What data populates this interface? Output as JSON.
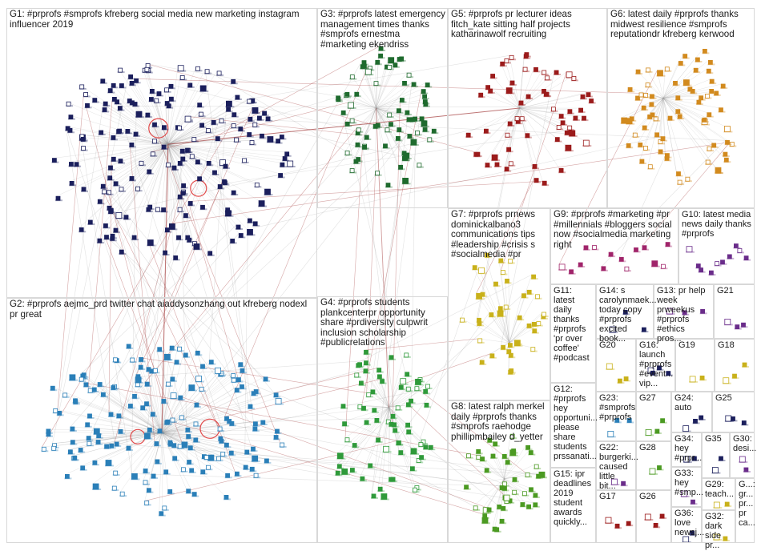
{
  "graph": {
    "title": "",
    "groups": [
      {
        "id": "G1",
        "label": "G1: #prprofs #smprofs kfreberg social media new marketing instagram influencer 2019",
        "color": "#1b1f5c",
        "nodes": 190
      },
      {
        "id": "G2",
        "label": "G2: #prprofs aejmc_prd twitter chat aiaddysonzhang out kfreberg nodexl pr great",
        "color": "#2a7fb8",
        "nodes": 170
      },
      {
        "id": "G3",
        "label": "G3: #prprofs latest emergency management times thanks #smprofs ernestma #marketing ekendriss",
        "color": "#1f6b2e",
        "nodes": 75
      },
      {
        "id": "G4",
        "label": "G4: #prprofs students plankcenterpr opportunity share #prdiversity culpwrit inclusion scholarship #publicrelations",
        "color": "#2f9a3a",
        "nodes": 70
      },
      {
        "id": "G5",
        "label": "G5: #prprofs pr lecturer ideas fitch_kate sitting half projects katharinawolf recruiting",
        "color": "#9b1b1b",
        "nodes": 60
      },
      {
        "id": "G6",
        "label": "G6: latest daily #prprofs thanks midwest resilience #smprofs reputationdr kfreberg kerwood",
        "color": "#d28a1e",
        "nodes": 70
      },
      {
        "id": "G7",
        "label": "G7: #prprofs prnews dominickalbano3 communications tips #leadership #crisis s #socialmedia #pr",
        "color": "#c9b11a",
        "nodes": 40
      },
      {
        "id": "G8",
        "label": "G8: latest ralph merkel daily #prprofs thanks #smprofs raehodge phillipmbailey d_yetter",
        "color": "#4b9a22",
        "nodes": 45
      },
      {
        "id": "G9",
        "label": "G9: #prprofs #marketing #pr #millennials #bloggers social now #socialmedia marketing right",
        "color": "#a0246a",
        "nodes": 14
      },
      {
        "id": "G10",
        "label": "G10: latest media news daily thanks #prprofs",
        "color": "#6a2c8a",
        "nodes": 10
      },
      {
        "id": "G11",
        "label": "G11: latest daily thanks #prprofs 'pr over coffee' #podcast",
        "color": "#1b1f5c",
        "nodes": 0
      },
      {
        "id": "G12",
        "label": "G12: #prprofs hey opportuni... please share students prssanati...",
        "color": "#1b1f5c",
        "nodes": 0
      },
      {
        "id": "G13",
        "label": "G13: pr help week prweekus #prprofs #ethics pros...",
        "color": "#6a2c8a",
        "nodes": 3
      },
      {
        "id": "G14",
        "label": "G14: s carolynmaek... today copy #prprofs excited book...",
        "color": "#1b1f5c",
        "nodes": 3
      },
      {
        "id": "G15",
        "label": "G15: ipr deadlines 2019 student awards quickly...",
        "color": "#1b1f5c",
        "nodes": 0
      },
      {
        "id": "G16",
        "label": "G16: launch #prprofs #event... vip...",
        "color": "#1b1f5c",
        "nodes": 4
      },
      {
        "id": "G17",
        "label": "G17",
        "color": "#9b1b1b",
        "nodes": 3
      },
      {
        "id": "G18",
        "label": "G18",
        "color": "#c9b11a",
        "nodes": 3
      },
      {
        "id": "G19",
        "label": "G19",
        "color": "#c9b11a",
        "nodes": 2
      },
      {
        "id": "G20",
        "label": "G20",
        "color": "#c9b11a",
        "nodes": 3
      },
      {
        "id": "G21",
        "label": "G21",
        "color": "#6a2c8a",
        "nodes": 3
      },
      {
        "id": "G22",
        "label": "G22: burgerki... caused little bit...",
        "color": "#6a2c8a",
        "nodes": 2
      },
      {
        "id": "G23",
        "label": "G23: #smprofs #prprofs",
        "color": "#2a7fb8",
        "nodes": 3
      },
      {
        "id": "G24",
        "label": "G24: auto",
        "color": "#1b1f5c",
        "nodes": 3
      },
      {
        "id": "G25",
        "label": "G25",
        "color": "#1b1f5c",
        "nodes": 3
      },
      {
        "id": "G26",
        "label": "G26",
        "color": "#9b1b1b",
        "nodes": 3
      },
      {
        "id": "G27",
        "label": "G27",
        "color": "#4b9a22",
        "nodes": 3
      },
      {
        "id": "G28",
        "label": "G28",
        "color": "#4b9a22",
        "nodes": 2
      },
      {
        "id": "G29",
        "label": "G29: teach...",
        "color": "#c9b11a",
        "nodes": 2
      },
      {
        "id": "G30",
        "label": "G30: desi...",
        "color": "#6a2c8a",
        "nodes": 2
      },
      {
        "id": "G31",
        "label": "G...: gr... pr... pr ca...",
        "color": "#1b1f5c",
        "nodes": 0
      },
      {
        "id": "G32",
        "label": "G32: dark side pr...",
        "color": "#c9b11a",
        "nodes": 2
      },
      {
        "id": "G33",
        "label": "G33: hey #smp...",
        "color": "#6a2c8a",
        "nodes": 2
      },
      {
        "id": "G34",
        "label": "G34: hey #prpr...",
        "color": "#1b1f5c",
        "nodes": 2
      },
      {
        "id": "G35",
        "label": "G35",
        "color": "#1b1f5c",
        "nodes": 2
      },
      {
        "id": "G36",
        "label": "G36: love newsj...",
        "color": "#1b1f5c",
        "nodes": 2
      }
    ]
  }
}
